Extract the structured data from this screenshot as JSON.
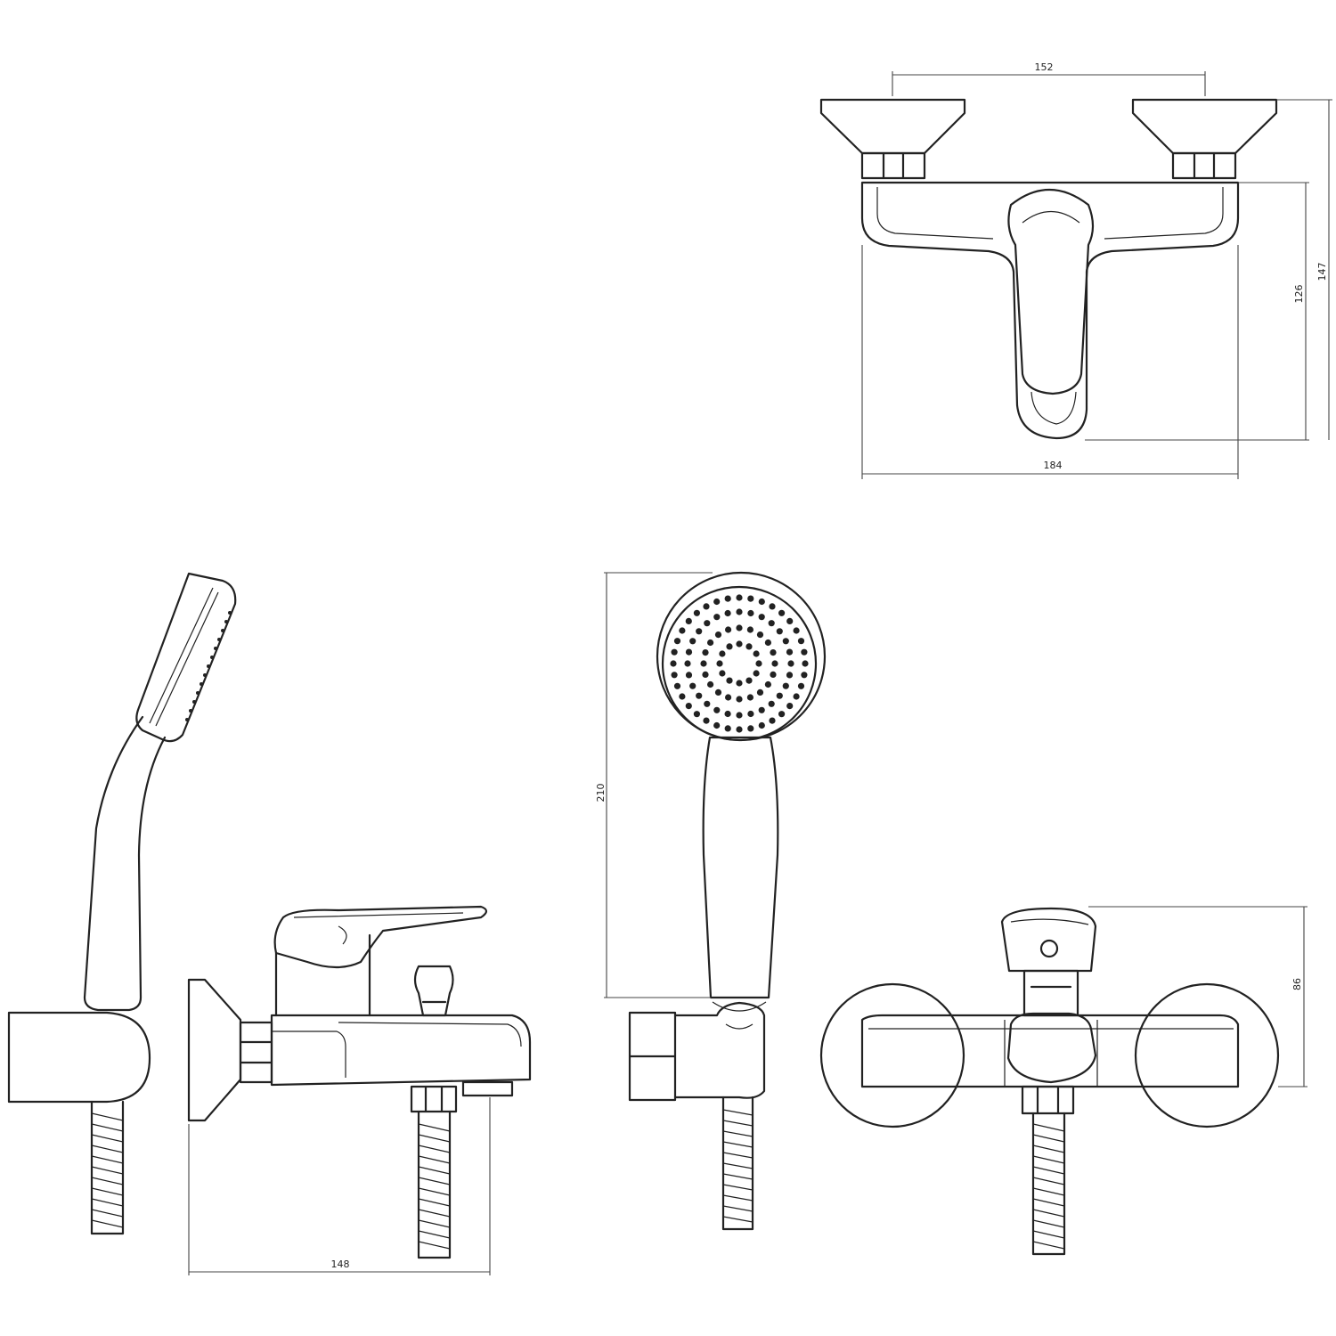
{
  "dimensions": {
    "top_inlet_spacing": "152",
    "top_body_width": "184",
    "top_body_depth": "126",
    "top_total_depth": "147",
    "side_length": "148",
    "handshower_height": "210",
    "front_height": "86"
  }
}
